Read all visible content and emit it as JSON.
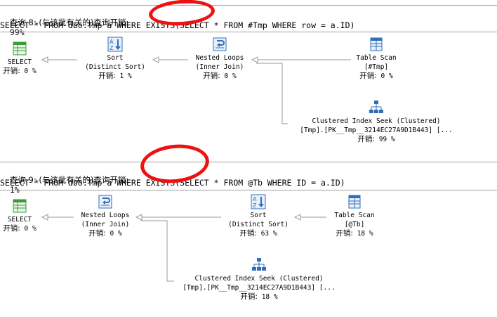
{
  "queries": [
    {
      "label": "查询 8: (与该批有关的)查询开销:",
      "cost": "99%",
      "sql": "SELECT * FROM dbo.Tmp a WHERE EXISTS(SELECT * FROM #Tmp WHERE row = a.ID)",
      "nodes": {
        "select": {
          "title": "SELECT",
          "cost_label": "开销:",
          "cost": "0 %",
          "icon": "select-result-icon"
        },
        "sort": {
          "title": "Sort",
          "subtitle": "(Distinct Sort)",
          "cost_label": "开销:",
          "cost": "1 %",
          "icon": "sort-icon"
        },
        "nested_loops": {
          "title": "Nested Loops",
          "subtitle": "(Inner Join)",
          "cost_label": "开销:",
          "cost": "0 %",
          "icon": "nested-loops-icon"
        },
        "table_scan": {
          "title": "Table Scan",
          "subtitle": "[#Tmp]",
          "cost_label": "开销:",
          "cost": "0 %",
          "icon": "table-scan-icon"
        },
        "index_seek": {
          "title": "Clustered Index Seek (Clustered)",
          "subtitle": "[Tmp].[PK__Tmp__3214EC27A9D1B443] [...",
          "cost_label": "开销:",
          "cost": "99 %",
          "icon": "clustered-index-seek-icon"
        }
      }
    },
    {
      "label": "查询 9: (与该批有关的)查询开销:",
      "cost": "1%",
      "sql": "SELECT * FROM dbo.Tmp a WHERE EXISTS(SELECT * FROM @Tb WHERE ID = a.ID)",
      "nodes": {
        "select": {
          "title": "SELECT",
          "cost_label": "开销:",
          "cost": "0 %",
          "icon": "select-result-icon"
        },
        "nested_loops": {
          "title": "Nested Loops",
          "subtitle": "(Inner Join)",
          "cost_label": "开销:",
          "cost": "0 %",
          "icon": "nested-loops-icon"
        },
        "sort": {
          "title": "Sort",
          "subtitle": "(Distinct Sort)",
          "cost_label": "开销:",
          "cost": "63 %",
          "icon": "sort-icon"
        },
        "table_scan": {
          "title": "Table Scan",
          "subtitle": "[@Tb]",
          "cost_label": "开销:",
          "cost": "18 %",
          "icon": "table-scan-icon"
        },
        "index_seek": {
          "title": "Clustered Index Seek (Clustered)",
          "subtitle": "[Tmp].[PK__Tmp__3214EC27A9D1B443] [...",
          "cost_label": "开销:",
          "cost": "18 %",
          "icon": "clustered-index-seek-icon"
        }
      }
    }
  ],
  "colors": {
    "annotation": "#ee1111",
    "arrow": "#9a9a9a",
    "icon_blue": "#2f6fb8",
    "icon_green": "#3a9a3a"
  }
}
